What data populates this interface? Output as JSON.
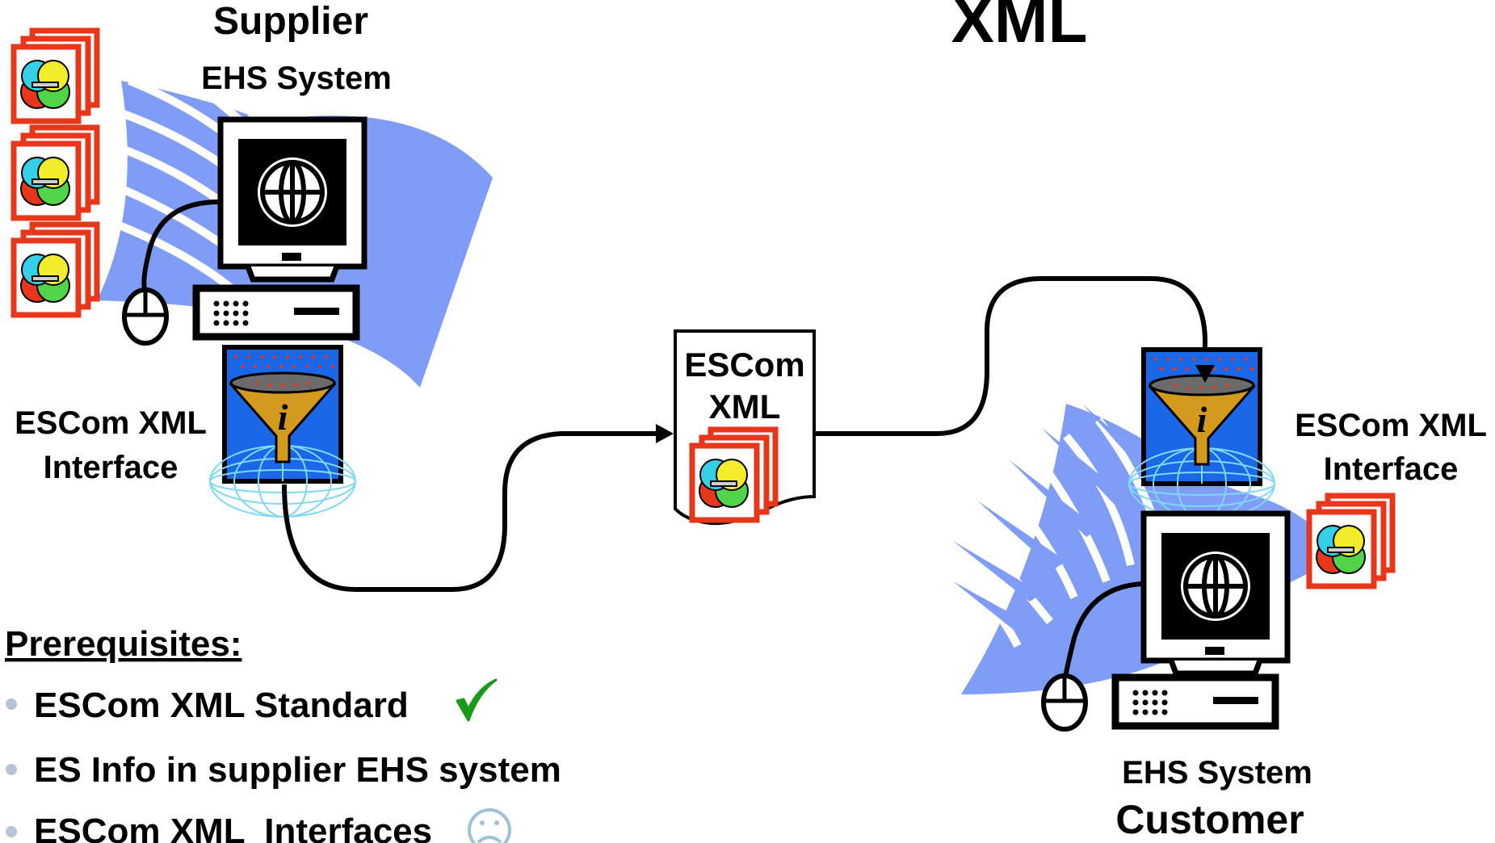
{
  "title": "XML",
  "supplier": {
    "heading": "Supplier",
    "system_label": "EHS System",
    "interface_label_line1": "ESCom XML",
    "interface_label_line2": "Interface"
  },
  "document": {
    "line1": "ESCom",
    "line2": "XML"
  },
  "customer": {
    "heading": "Customer",
    "system_label": "EHS System",
    "interface_label_line1": "ESCom XML",
    "interface_label_line2": "Interface"
  },
  "prerequisites": {
    "heading": "Prerequisites:",
    "items": [
      {
        "text": "ESCom XML Standard",
        "status_icon": "check-icon",
        "status_color": "#1a9a1a"
      },
      {
        "text": "ES Info in supplier EHS system",
        "status_icon": "",
        "status_color": ""
      },
      {
        "text": "ESCom XML  Interfaces",
        "status_icon": "sad-face-icon",
        "status_color": "#9fc3d6"
      }
    ]
  },
  "colors": {
    "fan_blue": "#7f9cf7",
    "interface_blue": "#1a68e8",
    "funnel_gold": "#d39a1e",
    "doc_stack_red": "#e8361a",
    "bullet_gray": "#b9c3d6"
  }
}
